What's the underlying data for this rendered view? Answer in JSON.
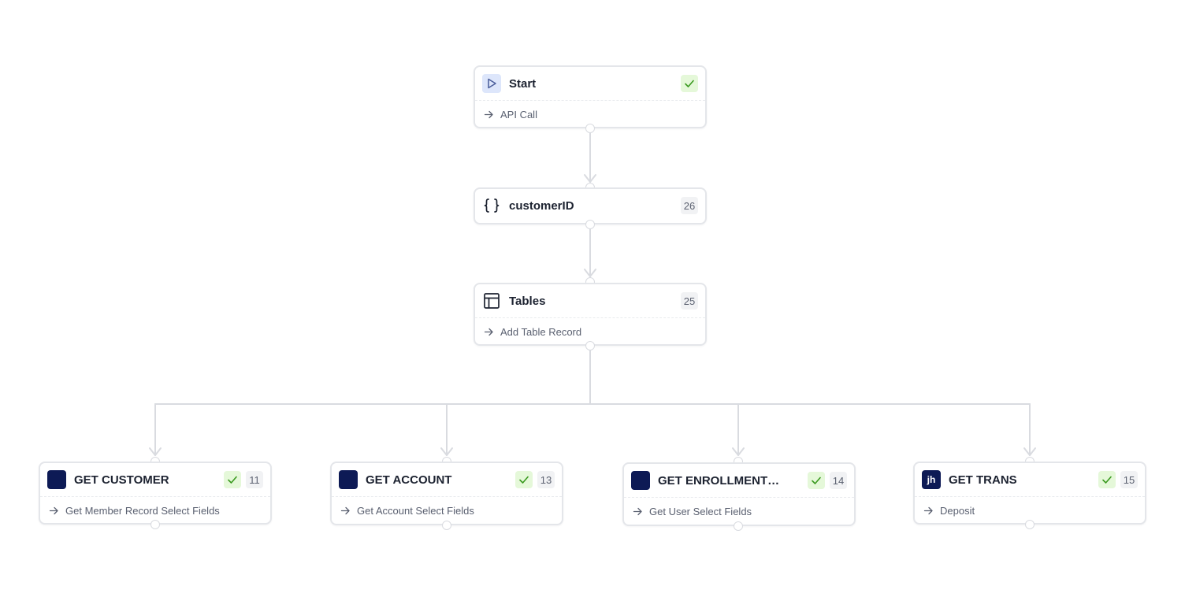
{
  "colors": {
    "edge": "#d9dbe0",
    "brand": "#0d1a55",
    "success_bg": "#e5f8d9",
    "success_fg": "#3a9a1f",
    "play_bg": "#dde6fb",
    "play_fg": "#4a5d9a"
  },
  "nodes": {
    "start": {
      "title": "Start",
      "icon": "play-icon",
      "status": "success",
      "subtitle": "API Call"
    },
    "customer_id": {
      "title": "customerID",
      "icon": "curly-braces-icon",
      "count": "26"
    },
    "tables": {
      "title": "Tables",
      "icon": "table-icon",
      "count": "25",
      "subtitle": "Add Table Record"
    },
    "get_customer": {
      "title": "GET CUSTOMER",
      "icon": "brand-square-icon",
      "status": "success",
      "count": "11",
      "subtitle": "Get Member Record Select Fields"
    },
    "get_account": {
      "title": "GET ACCOUNT",
      "icon": "brand-square-icon",
      "status": "success",
      "count": "13",
      "subtitle": "Get Account Select Fields"
    },
    "get_enrollment": {
      "title": "GET ENROLLMENT…",
      "icon": "brand-square-icon",
      "status": "success",
      "count": "14",
      "subtitle": "Get User Select Fields"
    },
    "get_trans": {
      "title": "GET TRANS",
      "icon": "jh-logo-icon",
      "icon_text": "jh",
      "status": "success",
      "count": "15",
      "subtitle": "Deposit"
    }
  }
}
